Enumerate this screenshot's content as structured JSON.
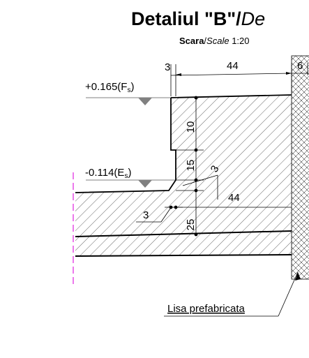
{
  "title": {
    "main": "Detaliul \"B\"/",
    "secondary": "De"
  },
  "scale": {
    "label": "Scara",
    "label_alt": "Scale",
    "value": "1:20"
  },
  "levels": {
    "upper": {
      "value": "+0.165",
      "code": "F",
      "sub": "s"
    },
    "lower": {
      "value": "-0.114",
      "code": "E",
      "sub": "s"
    }
  },
  "dimensions": {
    "top_3": "3",
    "top_44": "44",
    "top_6": "6",
    "v_10": "10",
    "v_15": "15",
    "v_25": "25",
    "bevel_3_upper": "3",
    "bevel_3_lower": "3",
    "mid_44": "44"
  },
  "callout": {
    "text": "Lisa prefabricata"
  },
  "colors": {
    "line": "#000000",
    "hatch": "#000000",
    "axis": "#e020e0",
    "marker": "#808080"
  }
}
